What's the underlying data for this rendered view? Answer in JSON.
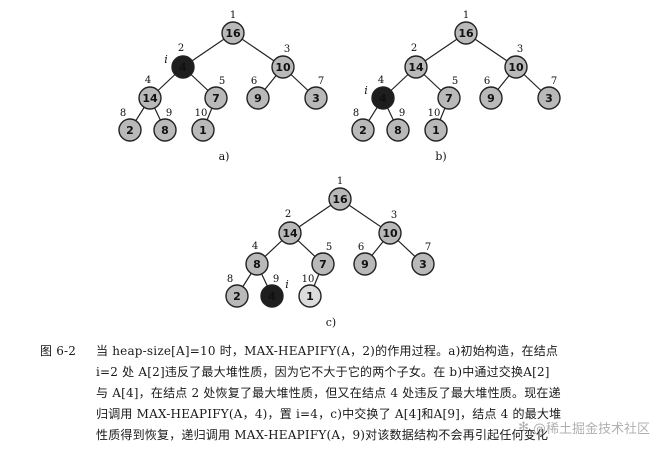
{
  "panels": [
    {
      "label": "a)",
      "marker": {
        "text": "i",
        "node": 2
      },
      "nodes": [
        {
          "index": "1",
          "value": "16",
          "fill": "gray"
        },
        {
          "index": "2",
          "value": "4",
          "fill": "dark"
        },
        {
          "index": "3",
          "value": "10",
          "fill": "gray"
        },
        {
          "index": "4",
          "value": "14",
          "fill": "gray"
        },
        {
          "index": "5",
          "value": "7",
          "fill": "gray"
        },
        {
          "index": "6",
          "value": "9",
          "fill": "gray"
        },
        {
          "index": "7",
          "value": "3",
          "fill": "gray"
        },
        {
          "index": "8",
          "value": "2",
          "fill": "gray"
        },
        {
          "index": "9",
          "value": "8",
          "fill": "gray"
        },
        {
          "index": "10",
          "value": "1",
          "fill": "gray"
        }
      ]
    },
    {
      "label": "b)",
      "marker": {
        "text": "i",
        "node": 4
      },
      "nodes": [
        {
          "index": "1",
          "value": "16",
          "fill": "gray"
        },
        {
          "index": "2",
          "value": "14",
          "fill": "gray"
        },
        {
          "index": "3",
          "value": "10",
          "fill": "gray"
        },
        {
          "index": "4",
          "value": "4",
          "fill": "dark"
        },
        {
          "index": "5",
          "value": "7",
          "fill": "gray"
        },
        {
          "index": "6",
          "value": "9",
          "fill": "gray"
        },
        {
          "index": "7",
          "value": "3",
          "fill": "gray"
        },
        {
          "index": "8",
          "value": "2",
          "fill": "gray"
        },
        {
          "index": "9",
          "value": "8",
          "fill": "gray"
        },
        {
          "index": "10",
          "value": "1",
          "fill": "gray"
        }
      ]
    },
    {
      "label": "c)",
      "marker": {
        "text": "i",
        "node": 9
      },
      "nodes": [
        {
          "index": "1",
          "value": "16",
          "fill": "gray"
        },
        {
          "index": "2",
          "value": "14",
          "fill": "gray"
        },
        {
          "index": "3",
          "value": "10",
          "fill": "gray"
        },
        {
          "index": "4",
          "value": "8",
          "fill": "gray"
        },
        {
          "index": "5",
          "value": "7",
          "fill": "gray"
        },
        {
          "index": "6",
          "value": "9",
          "fill": "gray"
        },
        {
          "index": "7",
          "value": "3",
          "fill": "gray"
        },
        {
          "index": "8",
          "value": "2",
          "fill": "gray"
        },
        {
          "index": "9",
          "value": "4",
          "fill": "dark"
        },
        {
          "index": "10",
          "value": "1",
          "fill": "light"
        }
      ]
    }
  ],
  "colors": {
    "gray": "#b9b9b9",
    "dark": "#1e1e1e",
    "light": "#dcdcdc",
    "edge": "#222222"
  },
  "caption": {
    "figure_number": "图 6-2",
    "lines": [
      "当 heap-size[A]=10 时，MAX-HEAPIFY(A，2)的作用过程。a)初始构造，在结点",
      "i=2 处 A[2]违反了最大堆性质，因为它不大于它的两个子女。在 b)中通过交换A[2]",
      "与 A[4]，在结点 2 处恢复了最大堆性质，但又在结点 4 处违反了最大堆性质。现在递",
      "归调用 MAX-HEAPIFY(A，4)，置 i=4，c)中交换了 A[4]和A[9]，结点 4 的最大堆",
      "性质得到恢复，递归调用 MAX-HEAPIFY(A，9)对该数据结构不会再引起任何变化"
    ]
  },
  "watermark": {
    "icon": "paw-logo-icon",
    "text": "@稀土掘金技术社区"
  }
}
